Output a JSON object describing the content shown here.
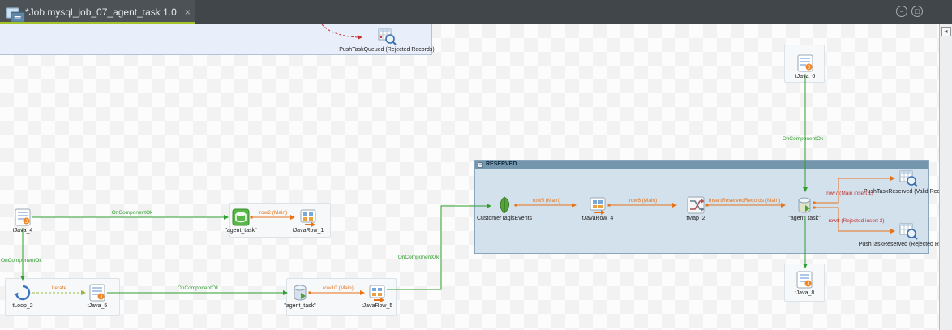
{
  "window": {
    "tab_title": "*Job mysql_job_07_agent_task 1.0",
    "tab_close_glyph": "×",
    "minimize_glyph": "−",
    "maximize_glyph": "□"
  },
  "palette": {
    "expand_glyph": "◂"
  },
  "colors": {
    "trigger_green": "#2e9e2e",
    "row_orange": "#e5731a",
    "reject_red": "#c23030",
    "tab_underline_lime": "#a4c428",
    "reserved_titlebar": "#7496ac"
  },
  "canvas": {
    "subjobs": {
      "reserved": {
        "title": "RESERVED"
      }
    },
    "components": {
      "push_queued": {
        "label": "PushTaskQueued (Rejected Records)"
      },
      "tjava6": {
        "label": "tJava_6"
      },
      "tjava4": {
        "label": "tJava_4"
      },
      "agent_task_mid": {
        "label": "\"agent_task\""
      },
      "tjavarow1": {
        "label": "tJavaRow_1"
      },
      "tloop2": {
        "label": "tLoop_2"
      },
      "tjava5": {
        "label": "tJava_5"
      },
      "agent_task_loop": {
        "label": "\"agent_task\""
      },
      "tjavarow5": {
        "label": "tJavaRow_5"
      },
      "customer_tagis_events": {
        "label": "CustomerTagisEvents"
      },
      "tjavarow4": {
        "label": "tJavaRow_4"
      },
      "tmap2": {
        "label": "tMap_2"
      },
      "agent_task_reserved": {
        "label": "\"agent_task\""
      },
      "push_reserved_valid": {
        "label": "PushTaskReserved (Valid Records)"
      },
      "push_reserved_rejected": {
        "label": "PushTaskReserved (Rejected Records)"
      },
      "tjava8": {
        "label": "tJava_8"
      }
    },
    "links": {
      "oco_tjava4_agent": {
        "label": "OnComponentOk"
      },
      "row2": {
        "label": "row2 (Main)"
      },
      "oco_tjava4_tloop": {
        "label": "OnComponentOk"
      },
      "iterate": {
        "label": "Iterate"
      },
      "oco_tjava5_agent": {
        "label": "OnComponentOk"
      },
      "row10": {
        "label": "row10 (Main)"
      },
      "oco_tjavarow5_customer": {
        "label": "OnComponentOk"
      },
      "row5": {
        "label": "row5 (Main)"
      },
      "row6": {
        "label": "row6 (Main)"
      },
      "insert_reserved": {
        "label": "InsertReservedRecords (Main)"
      },
      "row7": {
        "label": "row7 (Main insert 1)"
      },
      "row8": {
        "label": "row8 (Rejected insert 2)"
      },
      "oco_tjava6_agent": {
        "label": "OnComponentOk"
      }
    }
  }
}
